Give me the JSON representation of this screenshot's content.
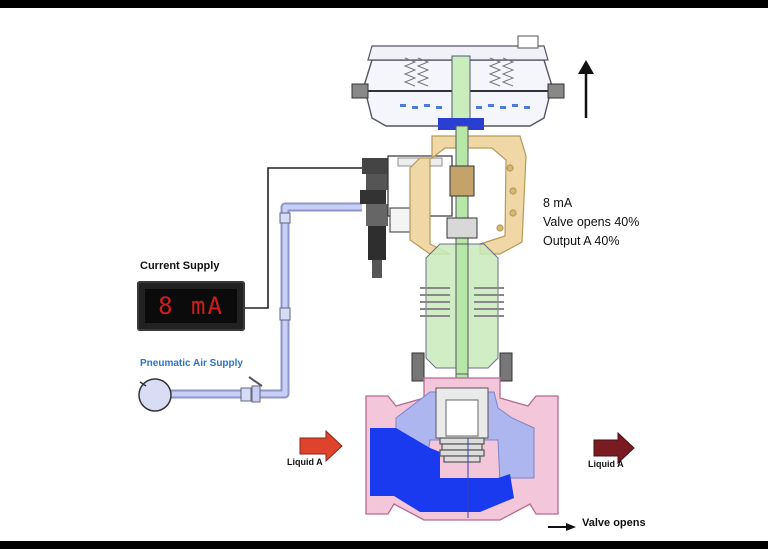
{
  "current_supply": {
    "title": "Current Supply",
    "display": "8 mA"
  },
  "air_supply": {
    "title": "Pneumatic Air Supply"
  },
  "status": {
    "line1": "8  mA",
    "line2": "Valve opens 40%",
    "line3": "Output A 40%"
  },
  "flow": {
    "inlet_label": "Liquid A",
    "outlet_label": "Liquid A",
    "valve_opens_label": "Valve opens"
  },
  "colors": {
    "body_pink": "#f4c6da",
    "liquid_blue": "#1a3af0",
    "tube_lavender": "#b9c3f3",
    "arrow_red": "#e0432b",
    "arrow_dark_red": "#7a1b22",
    "yoke_tan": "#efd7a6",
    "stem_green": "#b7e7a6",
    "meter_red": "#d21b1b"
  }
}
